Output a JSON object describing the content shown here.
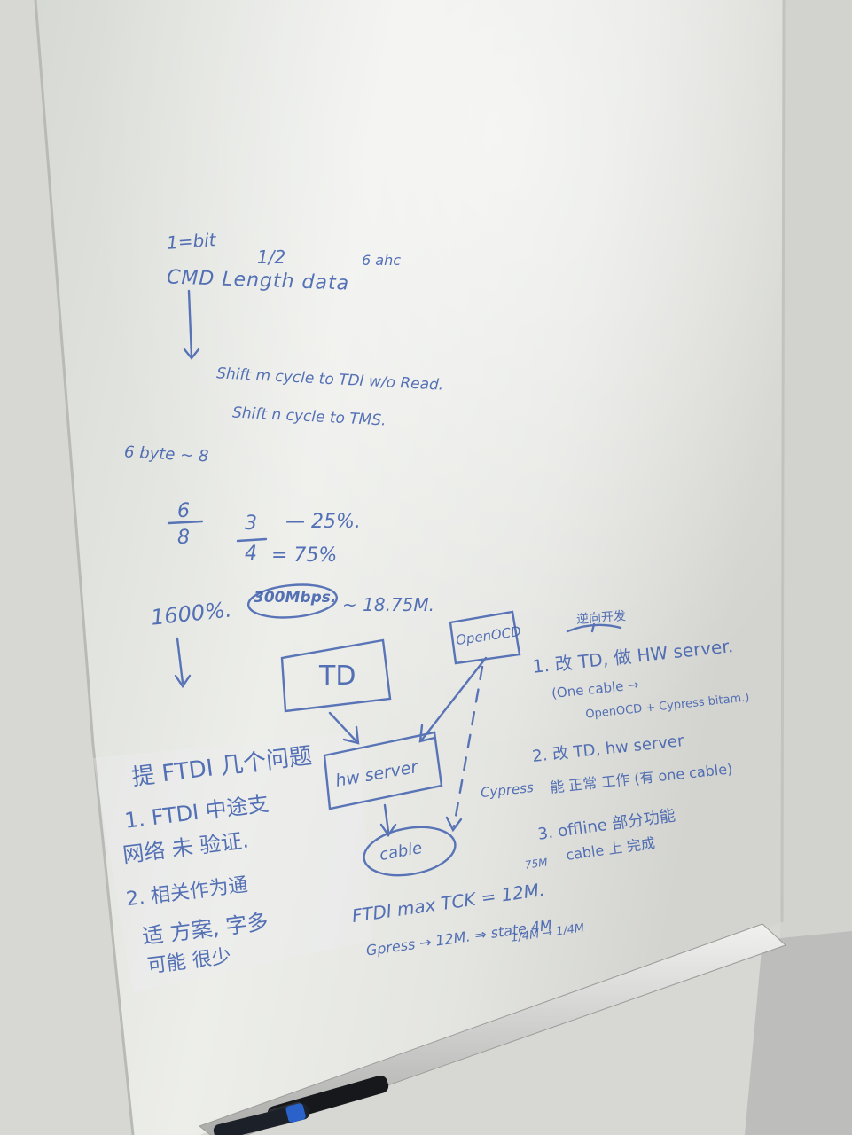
{
  "scene": {
    "ink_color": "#3f5fae",
    "board_color": "#e6e8e4",
    "wall_color": "#d9dad6",
    "marker_colors": [
      "#16181c",
      "#2a62c9"
    ]
  },
  "notes": {
    "top": {
      "bit_note": "1=bit",
      "half_note": "1/2",
      "cycle_note": "6 ahc",
      "cmd_line": "CMD   Length   data",
      "shift_read": "Shift m cycle to TDI   w/o Read.",
      "shift_tms": "Shift n cycle to TMS."
    },
    "ratio": {
      "six_byte": "6 byte ~ 8",
      "num_six": "6",
      "den_eight": "8",
      "num_three": "3",
      "den_four": "4",
      "pct_25": "— 25%.",
      "pct_75": "= 75%",
      "speed_1600": "1600%.",
      "speed_mbps": "300Mbps.",
      "speed_approx": "~ 18.75M."
    },
    "diagram": {
      "td_box": "TD",
      "openocd_box": "OpenOCD",
      "hw_server_box": "hw server",
      "cable_box": "cable",
      "cypress_label": "Cypress"
    },
    "left_list": {
      "title": "提 FTDI 几个问题",
      "item1_line1": "1. FTDI 中途支",
      "item1_line2": "网络 未 验证.",
      "item2_line1": "2. 相关作为通",
      "item2_line2": "适 方案, 字多",
      "item2_line3": "可能 很少"
    },
    "right_list": {
      "header": "逆向开发",
      "item1_line1": "1. 改 TD, 做 HW server.",
      "item1_line2": "(One cable →",
      "item1_line3": "OpenOCD + Cypress bitam.)",
      "item2_line1": "2. 改 TD, hw server",
      "item2_line2": "能 正常 工作 (有 one cable)",
      "item3_line1": "3. offline 部分功能",
      "item3_line2": "cable 上 完成"
    },
    "bottom": {
      "ftdi_line": "FTDI max TCK = 12M.",
      "ftdi_sup": "75M",
      "gpress_line": "Gpress → 12M. ⇒ state 4M",
      "ratio_line": "1/4M → 1/4M"
    }
  }
}
